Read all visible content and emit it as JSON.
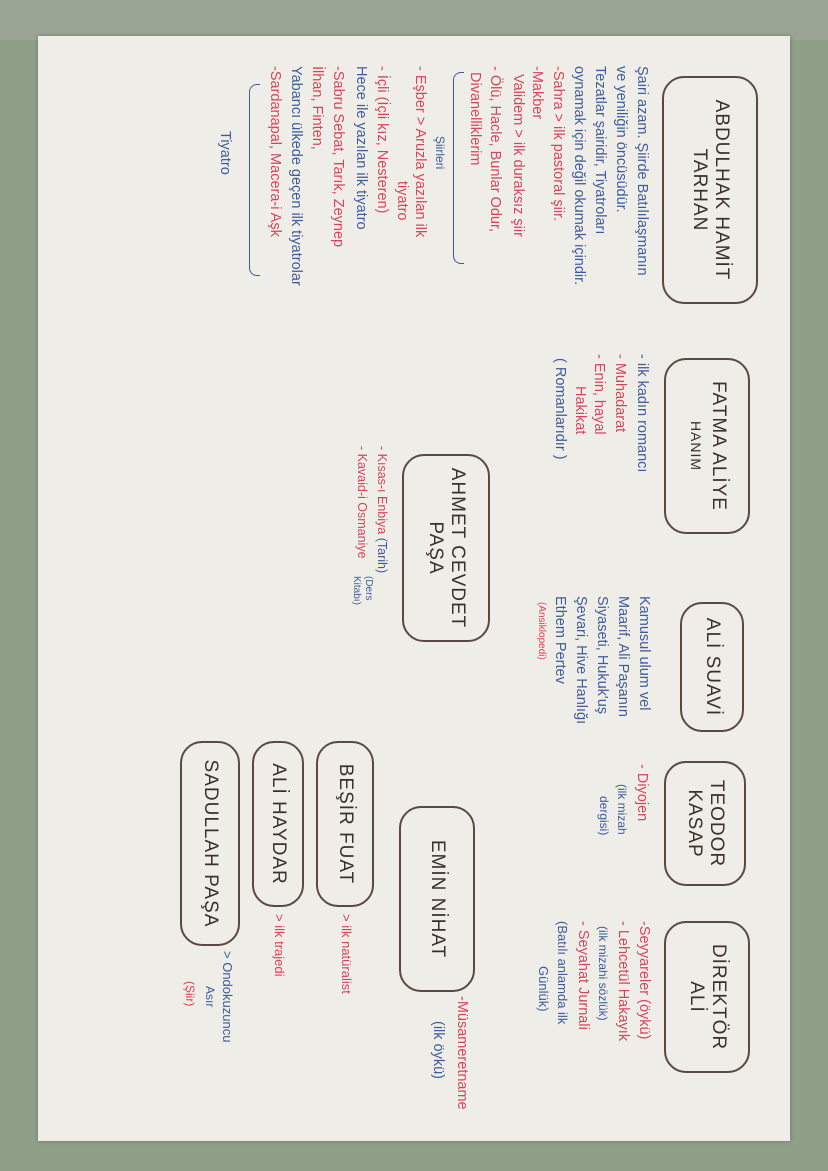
{
  "colors": {
    "blue_ink": "#3d5c9c",
    "red_ink": "#d8435c",
    "box_ink": "#5b4a42",
    "paper": "#efede7"
  },
  "abdulhak": {
    "title": "ABDULHAK HAMİT",
    "subtitle": "TARHAN",
    "lines": [
      "Şairi azam. Şiirde Batılılaşmanın",
      "ve yeniliğin öncüsüdür.",
      "Tezatlar şairidir, Tiyatroları",
      "oynamak için değil okumak içindir.",
      "-Sahra > ilk pastoral şiir.",
      "-Makber",
      "Validem > ilk duraksız şiir",
      "- Ölü, Hacle, Bunlar Odur,",
      "Divanelliklerim"
    ],
    "poems_label": "Şiirleri",
    "plays": [
      "- Eşber > Aruzla yazılan ilk",
      "tiyatro",
      "- İçli (İçli kız, Nesteren)",
      "Hece ile yazılan ilk tiyatro",
      "-Sabru Sebat, Tarık, Zeynep",
      "İlhan, Finten,",
      "Yabancı ülkede geçen ilk tiyatrolar",
      "-Sardanapal, Macera-i Aşk"
    ],
    "plays_label": "Tiyatro"
  },
  "fatma": {
    "title": "FATMA ALİYE",
    "subtitle": "HANIM",
    "lines": [
      "- ilk kadın romancı",
      "- Muhadarat",
      "- Enin, hayal",
      "Hakikat",
      "( Romanlarıdır )"
    ]
  },
  "ahmet": {
    "title": "AHMET CEVDET",
    "subtitle": "PAŞA",
    "lines": [
      "- Kısas-ı Enbiya",
      "(Tarih)",
      "- Kavaid-i Osmaniye",
      "(Ders",
      "Kitabı)"
    ]
  },
  "suavi": {
    "title": "ALİ SUAVİ",
    "lines": [
      "Kamusul ulum vel",
      "Maarif, Ali Paşanın",
      "Siyaseti, Hukuk'uş",
      "Şevari, Hive Hanlığı",
      "Ethem Pertev",
      "(Ansiklopedi)"
    ]
  },
  "teodor": {
    "title": "TEODOR",
    "subtitle": "KASAP",
    "lines": [
      "- Diyojen",
      "(ilk mizah",
      "dergisi)"
    ]
  },
  "direktor": {
    "title": "DİREKTÖR",
    "subtitle": "ALİ",
    "lines": [
      "-Seyyareler (öykü)",
      "- Lehcetül Hakayık",
      "(ilk mizahi sözlük)",
      "- Seyahat Jurnali",
      "(Batılı anlamda ilk",
      "Günlük)"
    ]
  },
  "emin": {
    "title": "EMİN NİHAT",
    "lines": [
      "-Müsameretname",
      "(ilk öykü)"
    ]
  },
  "besir": {
    "title": "BEŞİR FUAT",
    "note": "> ilk natüralist"
  },
  "haydar": {
    "title": "ALİ HAYDAR",
    "note": "> ilk trajedi"
  },
  "sadullah": {
    "title": "SADULLAH PAŞA",
    "note": "> Ondokuzuncu",
    "note2": "Asır",
    "note3": "(Şiir)"
  }
}
